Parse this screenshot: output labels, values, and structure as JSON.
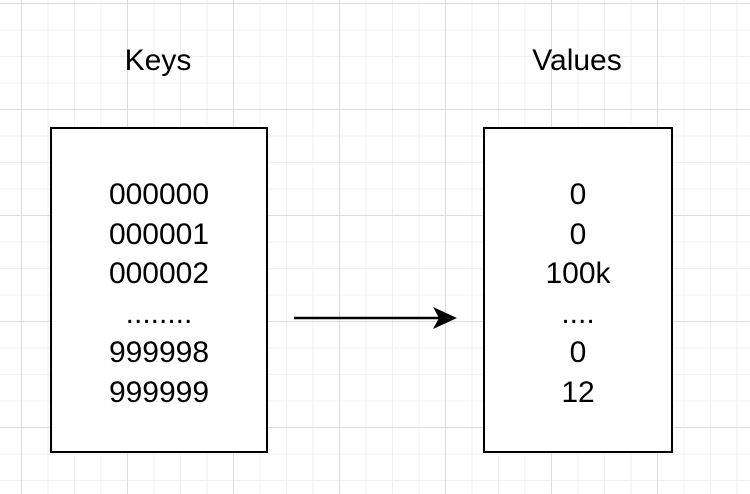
{
  "keys": {
    "heading": "Keys",
    "items": [
      "000000",
      "000001",
      "000002",
      "........",
      "999998",
      "999999"
    ]
  },
  "values": {
    "heading": "Values",
    "items": [
      "0",
      "0",
      "100k",
      "....",
      "0",
      "12"
    ]
  },
  "arrow": {
    "direction": "right",
    "color": "#000000"
  }
}
